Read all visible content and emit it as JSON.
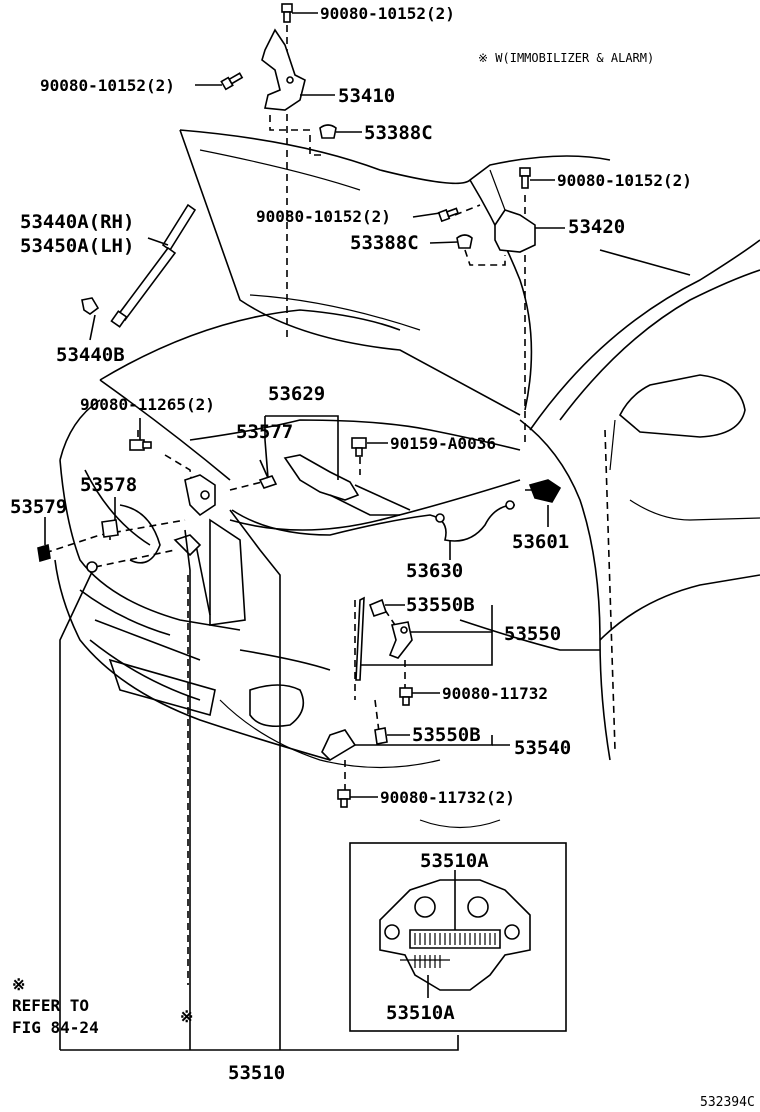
{
  "note_top": "※ W(IMMOBILIZER & ALARM)",
  "labels": {
    "p90080_10152_top": "90080-10152(2)",
    "p90080_10152_left": "90080-10152(2)",
    "p53410": "53410",
    "p53388c_top": "53388C",
    "p90080_10152_right": "90080-10152(2)",
    "p90080_10152_mid": "90080-10152(2)",
    "p53388c_mid": "53388C",
    "p53420": "53420",
    "p53440a": "53440A(RH)",
    "p53450a": "53450A(LH)",
    "p53440b": "53440B",
    "p90080_11265": "90080-11265(2)",
    "p53629": "53629",
    "p53577": "53577",
    "p90159": "90159-A0036",
    "p53578": "53578",
    "p53579": "53579",
    "p53601": "53601",
    "p53630": "53630",
    "p53550b_top": "53550B",
    "p53550": "53550",
    "p90080_11732_a": "90080-11732",
    "p53550b_bot": "53550B",
    "p53540": "53540",
    "p90080_11732_b": "90080-11732(2)",
    "p53510a_top": "53510A",
    "p53510a_bot": "53510A",
    "p53510": "53510",
    "refer_mark": "※",
    "refer_line1": "REFER TO",
    "refer_line2": "FIG 84-24",
    "mid_mark": "※",
    "fig_id": "532394C"
  }
}
